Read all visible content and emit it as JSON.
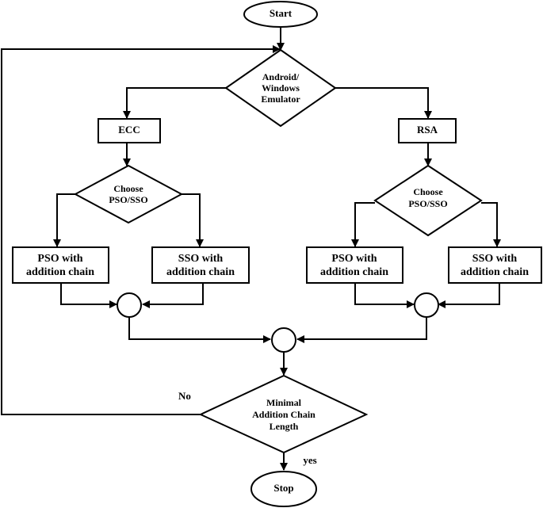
{
  "diagram": {
    "start": "Start",
    "emulator": [
      "Android/",
      "Windows",
      "Emulator"
    ],
    "ecc": "ECC",
    "rsa": "RSA",
    "choose_left": [
      "Choose",
      "PSO/SSO"
    ],
    "choose_right": [
      "Choose",
      "PSO/SSO"
    ],
    "pso_left": [
      "PSO with",
      "addition chain"
    ],
    "sso_left": [
      "SSO with",
      "addition chain"
    ],
    "pso_right": [
      "PSO with",
      "addition chain"
    ],
    "sso_right": [
      "SSO with",
      "addition chain"
    ],
    "decision": [
      "Minimal",
      "Addition Chain",
      "Length"
    ],
    "no_label": "No",
    "yes_label": "yes",
    "stop": "Stop"
  }
}
